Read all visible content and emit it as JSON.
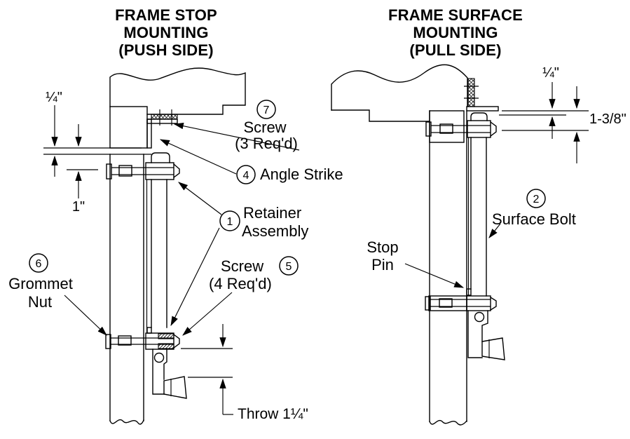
{
  "left_diagram": {
    "title": [
      "FRAME STOP",
      "MOUNTING",
      "(PUSH SIDE)"
    ],
    "callouts": {
      "screw_top": {
        "num": "7",
        "line1": "Screw",
        "line2": "(3 Req'd)"
      },
      "angle_strike": {
        "num": "4",
        "label": "Angle Strike"
      },
      "retainer": {
        "num": "1",
        "line1": "Retainer",
        "line2": "Assembly"
      },
      "screw_bottom": {
        "num": "5",
        "line1": "Screw",
        "line2": "(4 Req'd)"
      },
      "grommet_nut": {
        "num": "6",
        "line1": "Grommet",
        "line2": "Nut"
      }
    },
    "dims": {
      "stop_gap": "¼\"",
      "edge_offset": "1\"",
      "throw": "Throw 1¼\""
    }
  },
  "right_diagram": {
    "title": [
      "FRAME SURFACE",
      "MOUNTING",
      "(PULL SIDE)"
    ],
    "callouts": {
      "surface_bolt": {
        "num": "2",
        "label": "Surface Bolt"
      },
      "stop_pin": {
        "line1": "Stop",
        "line2": "Pin"
      }
    },
    "dims": {
      "clearance": "¼\"",
      "strike_offset": "1-3/8\""
    }
  },
  "colors": {
    "line": "#000000",
    "background": "#ffffff"
  }
}
